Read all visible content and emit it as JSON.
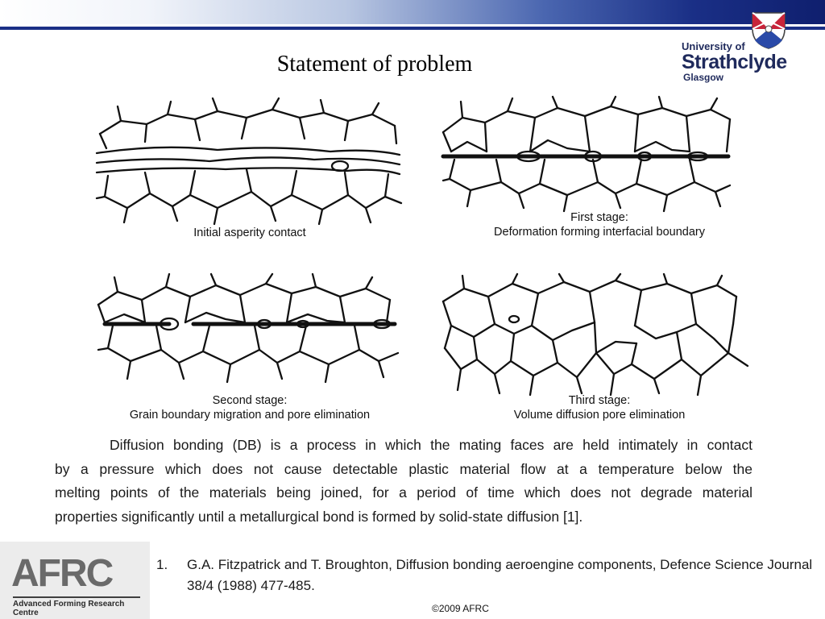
{
  "header": {
    "title": "Statement of problem"
  },
  "university_logo": {
    "line1": "University of",
    "line2": "Strathclyde",
    "line3": "Glasgow"
  },
  "figures": [
    {
      "caption_lines": [
        "Initial asperity contact"
      ]
    },
    {
      "caption_lines": [
        "First stage:",
        "Deformation forming interfacial boundary"
      ]
    },
    {
      "caption_lines": [
        "Second stage:",
        "Grain boundary migration and pore elimination"
      ]
    },
    {
      "caption_lines": [
        "Third stage:",
        "Volume diffusion pore elimination"
      ]
    }
  ],
  "paragraph": {
    "lines": [
      "Diffusion bonding (DB) is a process in which the mating faces are held intimately in contact",
      "by a pressure which does not cause detectable plastic material flow at a temperature below the",
      "melting points of the materials being joined, for a period of time which does not degrade material",
      "properties significantly until a metallurgical bond is formed by solid-state diffusion [1]."
    ]
  },
  "reference": {
    "number": "1.",
    "text": "G.A. Fitzpatrick and T. Broughton, Diffusion bonding aeroengine components, Defence Science Journal 38/4 (1988) 477-485."
  },
  "afrc_logo": {
    "mark": "AFRC",
    "subtitle": "Advanced Forming Research Centre"
  },
  "footer": {
    "copyright": "©2009 AFRC"
  }
}
